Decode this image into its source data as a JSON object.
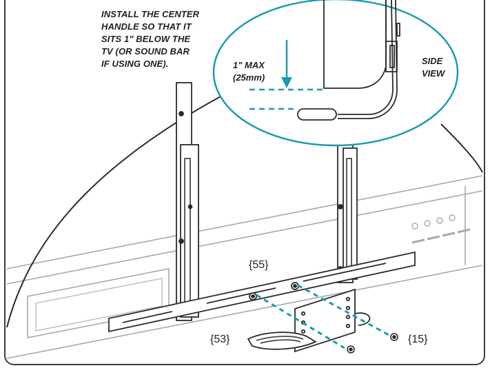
{
  "instruction": {
    "lines": [
      "INSTALL THE CENTER",
      "HANDLE SO THAT IT",
      "SITS 1\" BELOW THE",
      "TV (OR SOUND BAR",
      "IF USING ONE)."
    ]
  },
  "callout": {
    "max_line1": "1\" MAX",
    "max_line2": "(25mm)",
    "side_line1": "SIDE",
    "side_line2": "VIEW"
  },
  "parts": {
    "handle_bar": "{55}",
    "handle": "{53}",
    "screw": "{15}"
  },
  "colors": {
    "callout_teal": "#1a9bb0",
    "line_dark": "#2b2b2b",
    "line_light": "#9a9a9a"
  }
}
